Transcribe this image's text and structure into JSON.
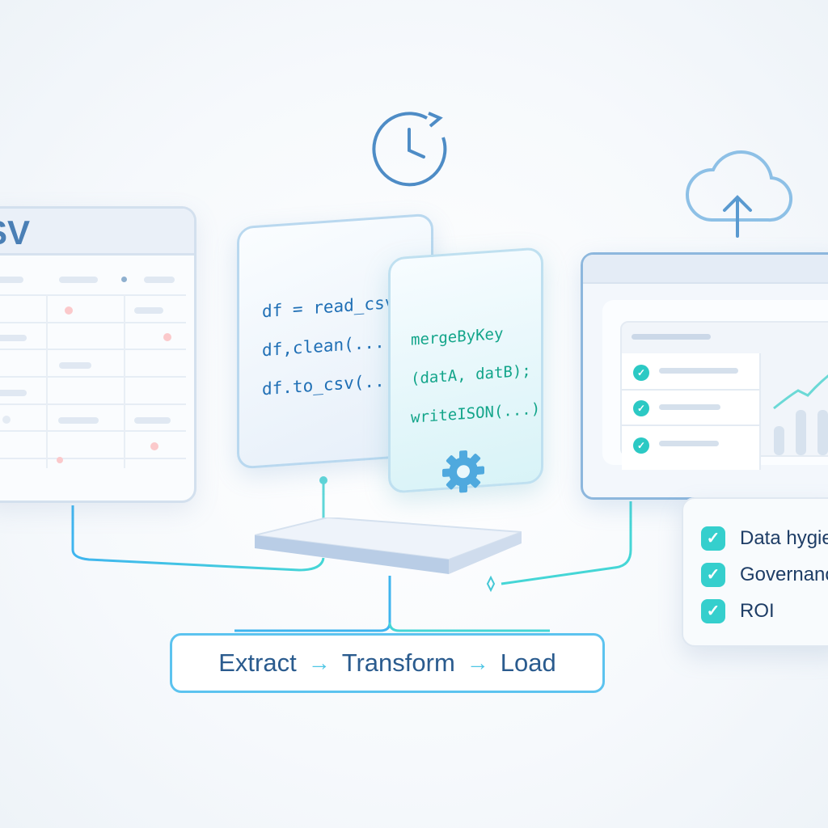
{
  "csv_panel": {
    "title": "SV",
    "accent": "#4a7fb5"
  },
  "code_panel_1": {
    "lines": [
      "df = read_csv...",
      "df,clean(....",
      "df.to_csv(..."
    ],
    "color": "#1f6fb5"
  },
  "code_panel_2": {
    "lines": [
      "mergeByKey",
      "(datA, datB);",
      "writeISON(...)"
    ],
    "color": "#13a58a",
    "icon": "gear-icon"
  },
  "icons": {
    "schedule": "clock-refresh-icon",
    "upload": "cloud-upload-icon"
  },
  "checklist": {
    "items": [
      "Data hygie",
      "Governanc",
      "ROI"
    ],
    "check_color": "#35cfcd"
  },
  "pipeline": {
    "steps": [
      "Extract",
      "Transform",
      "Load"
    ],
    "arrow": "→",
    "border_color": "#5cc3ef"
  }
}
